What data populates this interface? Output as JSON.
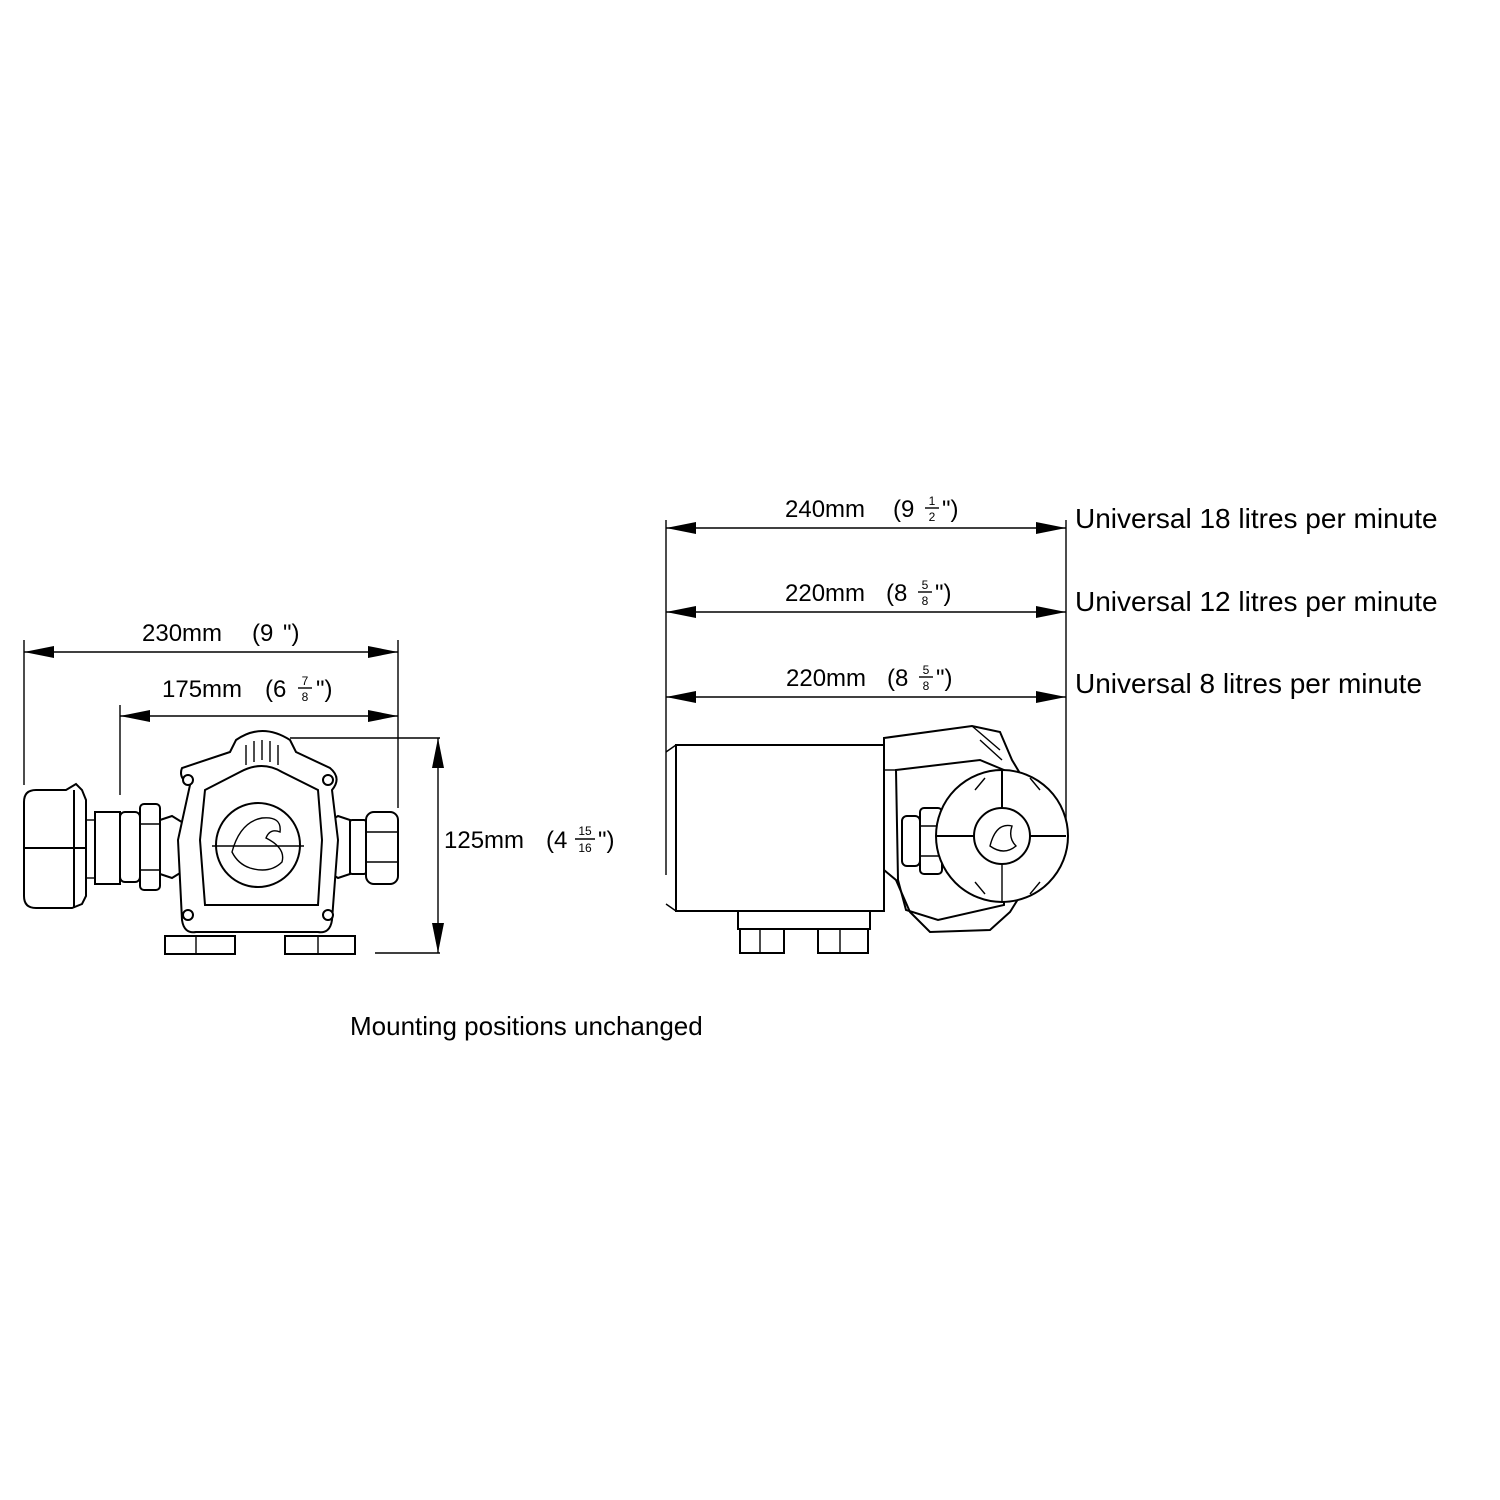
{
  "front_view": {
    "dim_overall": {
      "value": "230mm",
      "whole": "(9",
      "close": "\")"
    },
    "dim_ports": {
      "value": "175mm",
      "whole": "(6",
      "num": "7",
      "den": "8",
      "close": "\")"
    },
    "dim_height": {
      "value": "125mm",
      "whole": "(4",
      "num": "15",
      "den": "16",
      "close": "\")"
    }
  },
  "side_view": {
    "dims": [
      {
        "value": "240mm",
        "whole": "(9",
        "num": "1",
        "den": "2",
        "close": "\")",
        "model": "Universal 18 litres per minute"
      },
      {
        "value": "220mm",
        "whole": "(8",
        "num": "5",
        "den": "8",
        "close": "\")",
        "model": "Universal 12 litres per minute"
      },
      {
        "value": "220mm",
        "whole": "(8",
        "num": "5",
        "den": "8",
        "close": "\")",
        "model": "Universal 8 litres per minute"
      }
    ]
  },
  "caption": "Mounting positions unchanged"
}
